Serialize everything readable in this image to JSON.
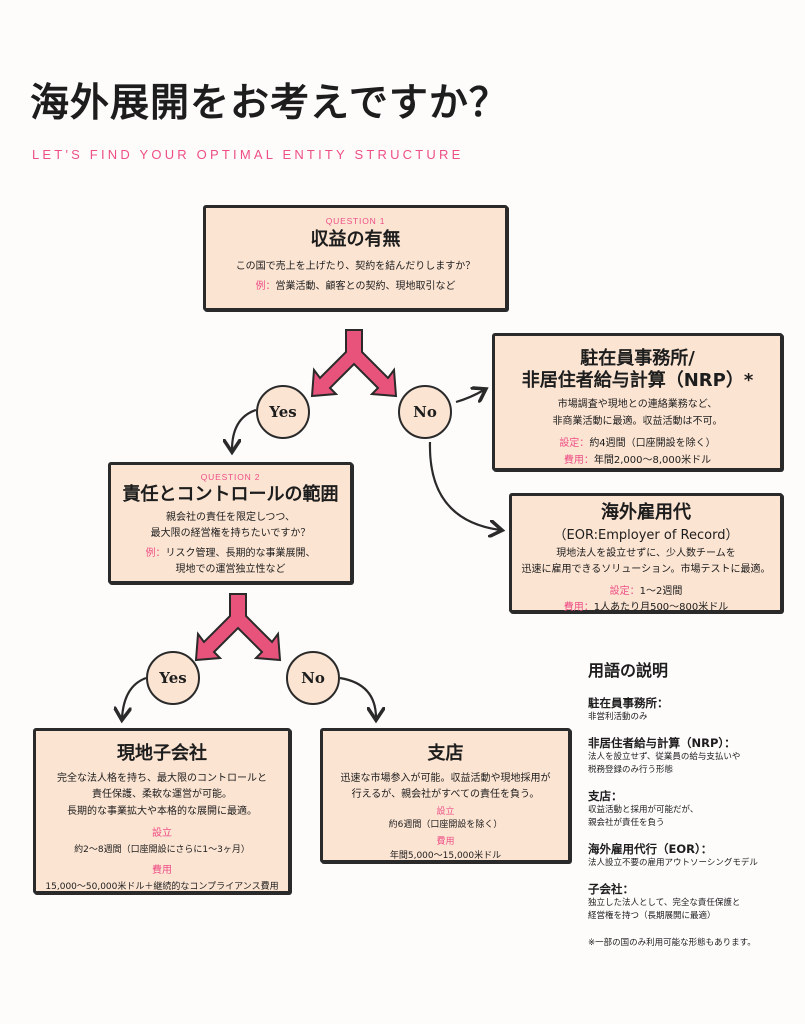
{
  "header": {
    "title": "海外展開をお考えですか？",
    "subtitle": "LET'S FIND YOUR OPTIMAL ENTITY STRUCTURE"
  },
  "q1": {
    "label": "QUESTION 1",
    "title": "収益の有無",
    "desc": "この国で売上を上げたり、契約を結んだりしますか？",
    "ex_label": "例：",
    "ex": "営業活動、顧客との契約、現地取引など"
  },
  "q1_yes": "Yes",
  "q1_no": "No",
  "nrp": {
    "title1": "駐在員事務所/",
    "title2": "非居住者給与計算（NRP）*",
    "desc1": "市場調査や現地との連絡業務など、",
    "desc2": "非商業活動に最適。収益活動は不可。",
    "setup_label": "設定：",
    "setup": "約4週間（口座開設を除く）",
    "cost_label": "費用：",
    "cost": "年間2,000〜8,000米ドル"
  },
  "eor": {
    "title1": "海外雇用代",
    "title2": "（EOR:Employer of Record）",
    "desc1": "現地法人を設立せずに、少人数チームを",
    "desc2": "迅速に雇用できるソリューション。市場テストに最適。",
    "setup_label": "設定：",
    "setup": "1〜2週間",
    "cost_label": "費用：",
    "cost": "1人あたり月500〜800米ドル"
  },
  "q2": {
    "label": "QUESTION 2",
    "title": "責任とコントロールの範囲",
    "desc1": "親会社の責任を限定しつつ、",
    "desc2": "最大限の経営権を持ちたいですか？",
    "ex_label": "例：",
    "ex1": "リスク管理、長期的な事業展開、",
    "ex2": "現地での運営独立性など"
  },
  "q2_yes": "Yes",
  "q2_no": "No",
  "subsidiary": {
    "title": "現地子会社",
    "desc1": "完全な法人格を持ち、最大限のコントロールと",
    "desc2": "責任保護、柔軟な運営が可能。",
    "desc3": "長期的な事業拡大や本格的な展開に最適。",
    "setup_label": "設立",
    "setup": "約2〜8週間（口座開設にさらに1〜3ヶ月）",
    "cost_label": "費用",
    "cost": "15,000〜50,000米ドル＋継続的なコンプライアンス費用"
  },
  "branch": {
    "title": "支店",
    "desc1": "迅速な市場参入が可能。収益活動や現地採用が",
    "desc2": "行えるが、親会社がすべての責任を負う。",
    "setup_label": "設立",
    "setup": "約6週間（口座開設を除く）",
    "cost_label": "費用",
    "cost": "年間5,000〜15,000米ドル"
  },
  "legend": {
    "title": "用語の説明",
    "items": [
      {
        "term": "駐在員事務所：",
        "lines": [
          "非営利活動のみ"
        ]
      },
      {
        "term": "非居住者給与計算（NRP）：",
        "lines": [
          "法人を設立せず、従業員の給与支払いや",
          "税務登録のみ行う形態"
        ]
      },
      {
        "term": "支店：",
        "lines": [
          "収益活動と採用が可能だが、",
          "親会社が責任を負う"
        ]
      },
      {
        "term": "海外雇用代行（EOR）：",
        "lines": [
          "法人設立不要の雇用アウトソーシングモデル"
        ]
      },
      {
        "term": "子会社：",
        "lines": [
          "独立した法人として、完全な責任保護と",
          "経営権を持つ（長期展開に最適）"
        ]
      }
    ],
    "note": "※一部の国のみ利用可能な形態もあります。"
  },
  "colors": {
    "accent": "#ee4f86",
    "arrow": "#e8537c",
    "box": "#fbe4d2"
  }
}
